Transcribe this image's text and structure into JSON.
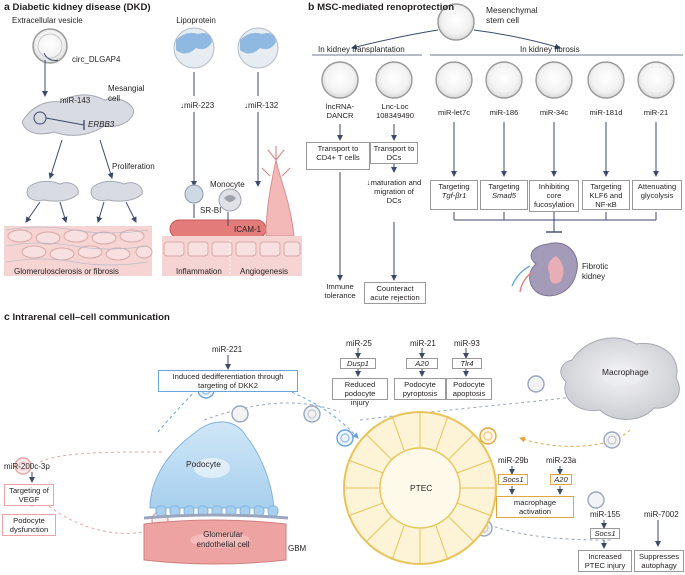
{
  "panel_a": {
    "letter": "a",
    "title": "Diabetic kidney disease (DKD)",
    "extracellular_vesicle": "Extracellular vesicle",
    "circ": "circ_DLGAP4",
    "mir143": "miR-143",
    "mesangial": "Mesangial cell",
    "erbb3": "ERBB3",
    "proliferation": "Proliferation",
    "glomerulo": "Glomerulosclerosis or fibrosis",
    "lipoprotein": "Lipoprotein",
    "mir223": "↓miR-223",
    "mir132": "↓miR-132",
    "monocyte": "Monocyte",
    "srbi": "SR-BI",
    "icam": "ICAM-1",
    "inflammation": "Inflammation",
    "angiogenesis": "Angiogenesis"
  },
  "panel_b": {
    "letter": "b",
    "title": "MSC-mediated renoprotection",
    "msc": "Mesenchymal stem cell",
    "transplant_heading": "In kidney transplantation",
    "fibrosis_heading": "In kidney fibrosis",
    "transplant_items": [
      {
        "name": "lncRNA- DANCR",
        "effect": "Transport to CD4+ T cells",
        "outcome": "Immune tolerance"
      },
      {
        "name": "Lnc-Loc 108349490",
        "effect": "Transport to DCs",
        "effect2": "↓maturation and migration of DCs",
        "outcome": "Counteract acute rejection"
      }
    ],
    "fibrosis_items": [
      {
        "name": "miR-let7c",
        "pre": "Targeting",
        "target": "Tgf-βr1"
      },
      {
        "name": "miR-186",
        "pre": "Targeting",
        "target": "Smad5"
      },
      {
        "name": "miR-34c",
        "pre": "Inhibiting core fucosylation",
        "target": ""
      },
      {
        "name": "miR-181d",
        "pre": "Targeting KLF6 and NF-κB",
        "target": ""
      },
      {
        "name": "miR-21",
        "pre": "Attenuating glycolysis",
        "target": ""
      }
    ],
    "fibrotic_kidney": "Fibrotic kidney"
  },
  "panel_c": {
    "letter": "c",
    "title": "Intrarenal cell–cell communication",
    "mir221": "miR-221",
    "dkk2": "Induced dedifferentiation through targeting of DKK2",
    "mir25": "miR-25",
    "dusp1": "Dusp1",
    "reduced_podo": "Reduced podocyte injury",
    "mir21": "miR-21",
    "a20": "A20",
    "pyroptosis": "Podocyte pyroptosis",
    "mir93": "miR-93",
    "tlr4": "Tlr4",
    "apoptosis": "Podocyte apoptosis",
    "macrophage": "Macrophage",
    "mir200": "miR-200c-3p",
    "vegf": "Targeting of VEGF",
    "podo_dys": "Podocyte dysfunction",
    "podocyte": "Podocyte",
    "glom_endo": "Glomerular endothelial cell",
    "gbm": "GBM",
    "ptec": "PTEC",
    "mir29b": "miR-29b",
    "socs1": "Socs1",
    "mir23a": "miR-23a",
    "a20b": "A20",
    "mac_act": "macrophage activation",
    "mir155": "miR-155",
    "socs1b": "Socs1",
    "ptec_inj": "Increased PTEC injury",
    "mir7002": "miR-7002",
    "autophagy": "Suppresses autophagy"
  },
  "colors": {
    "accent_blue": "#6aa4d8",
    "arrow": "#3d4a6b",
    "yellow": "#e0a83a",
    "pink": "#e9a3a3",
    "tissue": "#f6d4d4"
  }
}
